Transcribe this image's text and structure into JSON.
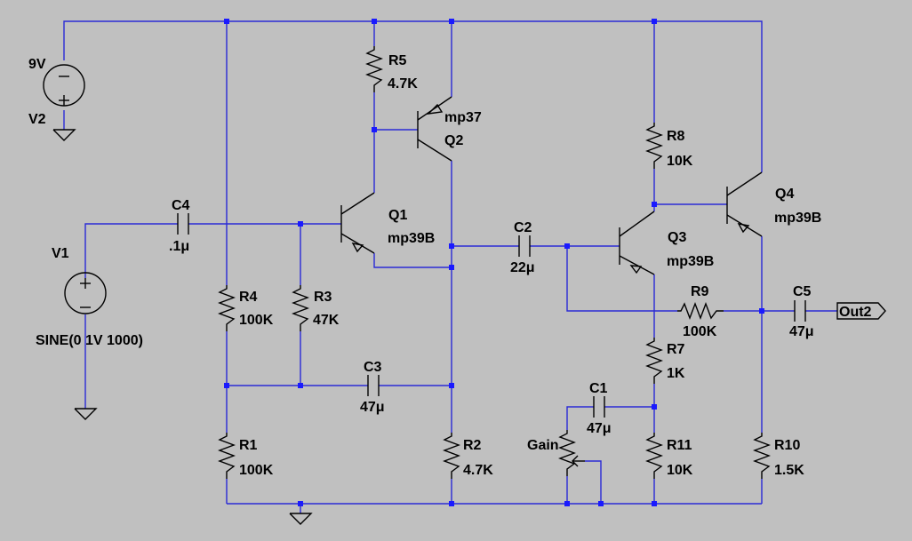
{
  "components": {
    "v2": {
      "name": "V2",
      "value": "9V"
    },
    "v1": {
      "name": "V1",
      "value": "SINE(0 1V 1000)"
    },
    "c4": {
      "name": "C4",
      "value": ".1μ"
    },
    "c2": {
      "name": "C2",
      "value": "22μ"
    },
    "c3": {
      "name": "C3",
      "value": "47μ"
    },
    "c1": {
      "name": "C1",
      "value": "47μ"
    },
    "c5": {
      "name": "C5",
      "value": "47μ"
    },
    "r1": {
      "name": "R1",
      "value": "100K"
    },
    "r2": {
      "name": "R2",
      "value": "4.7K"
    },
    "r3": {
      "name": "R3",
      "value": "47K"
    },
    "r4": {
      "name": "R4",
      "value": "100K"
    },
    "r5": {
      "name": "R5",
      "value": "4.7K"
    },
    "r7": {
      "name": "R7",
      "value": "1K"
    },
    "r8": {
      "name": "R8",
      "value": "10K"
    },
    "r9": {
      "name": "R9",
      "value": "100K"
    },
    "r10": {
      "name": "R10",
      "value": "1.5K"
    },
    "r11": {
      "name": "R11",
      "value": "10K"
    },
    "q1": {
      "name": "Q1",
      "value": "mp39B"
    },
    "q2": {
      "name": "Q2",
      "value": "mp37"
    },
    "q3": {
      "name": "Q3",
      "value": "mp39B"
    },
    "q4": {
      "name": "Q4",
      "value": "mp39B"
    },
    "gain": {
      "name": "Gain"
    }
  },
  "output": {
    "label": "Out2"
  },
  "colors": {
    "wire": "#2a2ad6",
    "component": "#000000",
    "junction": "#1a1aff",
    "background": "#c0c0c0"
  }
}
